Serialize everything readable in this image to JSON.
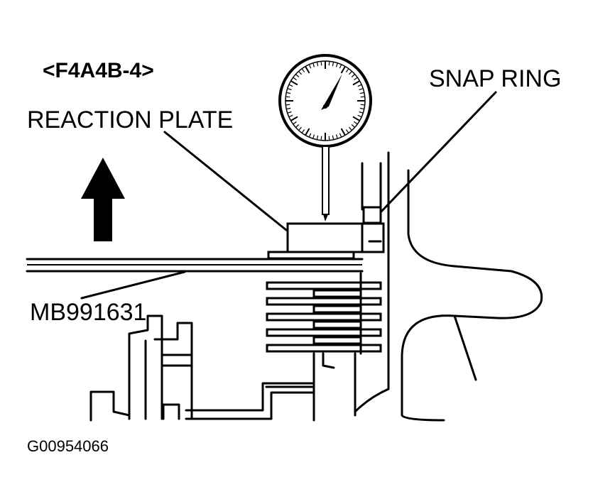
{
  "labels": {
    "model": "<F4A4B-4>",
    "reaction_plate": "REACTION PLATE",
    "snap_ring": "SNAP RING",
    "tool": "MB991631",
    "figure_code": "G00954066"
  },
  "colors": {
    "ink": "#000000",
    "paper": "#ffffff"
  },
  "gauge": {
    "tick_count": 60
  }
}
